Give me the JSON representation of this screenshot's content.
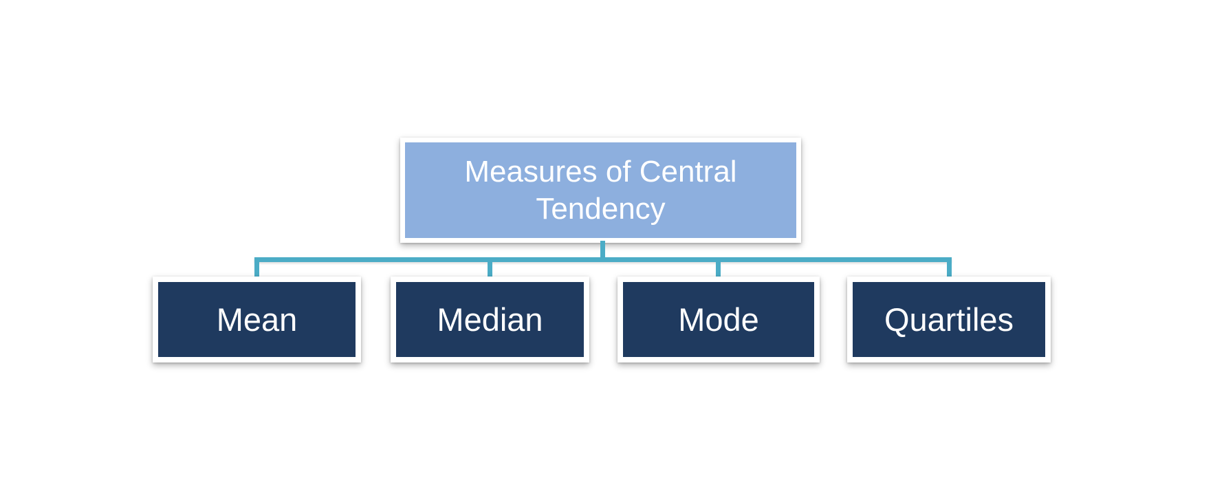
{
  "diagram": {
    "title": "Measures of Central Tendency hierarchy",
    "root": {
      "label": "Measures of Central Tendency"
    },
    "children": [
      {
        "label": "Mean"
      },
      {
        "label": "Median"
      },
      {
        "label": "Mode"
      },
      {
        "label": "Quartiles"
      }
    ]
  },
  "colors": {
    "background": "#FFFFFF",
    "frame": "#FFFFFF",
    "root_fill": "#8DAFDE",
    "root_text": "#FFFFFF",
    "child_fill": "#1F3A5F",
    "child_text": "#FFFFFF",
    "connector": "#4BACC6"
  }
}
